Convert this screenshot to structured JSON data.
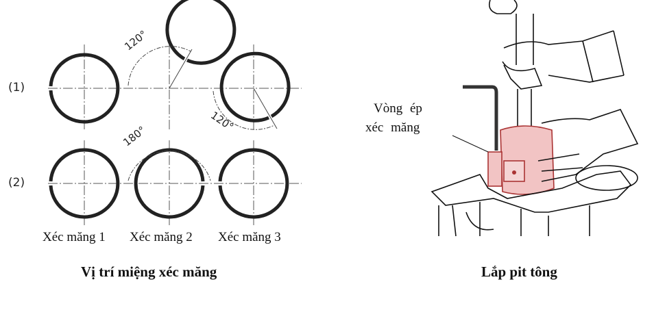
{
  "left_figure": {
    "row_labels": [
      "(1)",
      "(2)"
    ],
    "angle_labels": {
      "row1_top": "120°",
      "row1_bottom": "120°",
      "row2_top": "180°"
    },
    "ring_labels": [
      "Xéc măng 1",
      "Xéc măng 2",
      "Xéc măng 3"
    ],
    "caption": "Vị trí miệng xéc măng"
  },
  "right_figure": {
    "callout_line1": "Vòng ép",
    "callout_line2": "xéc măng",
    "caption": "Lắp pit tông",
    "highlight_color": "#f2c4c4"
  }
}
